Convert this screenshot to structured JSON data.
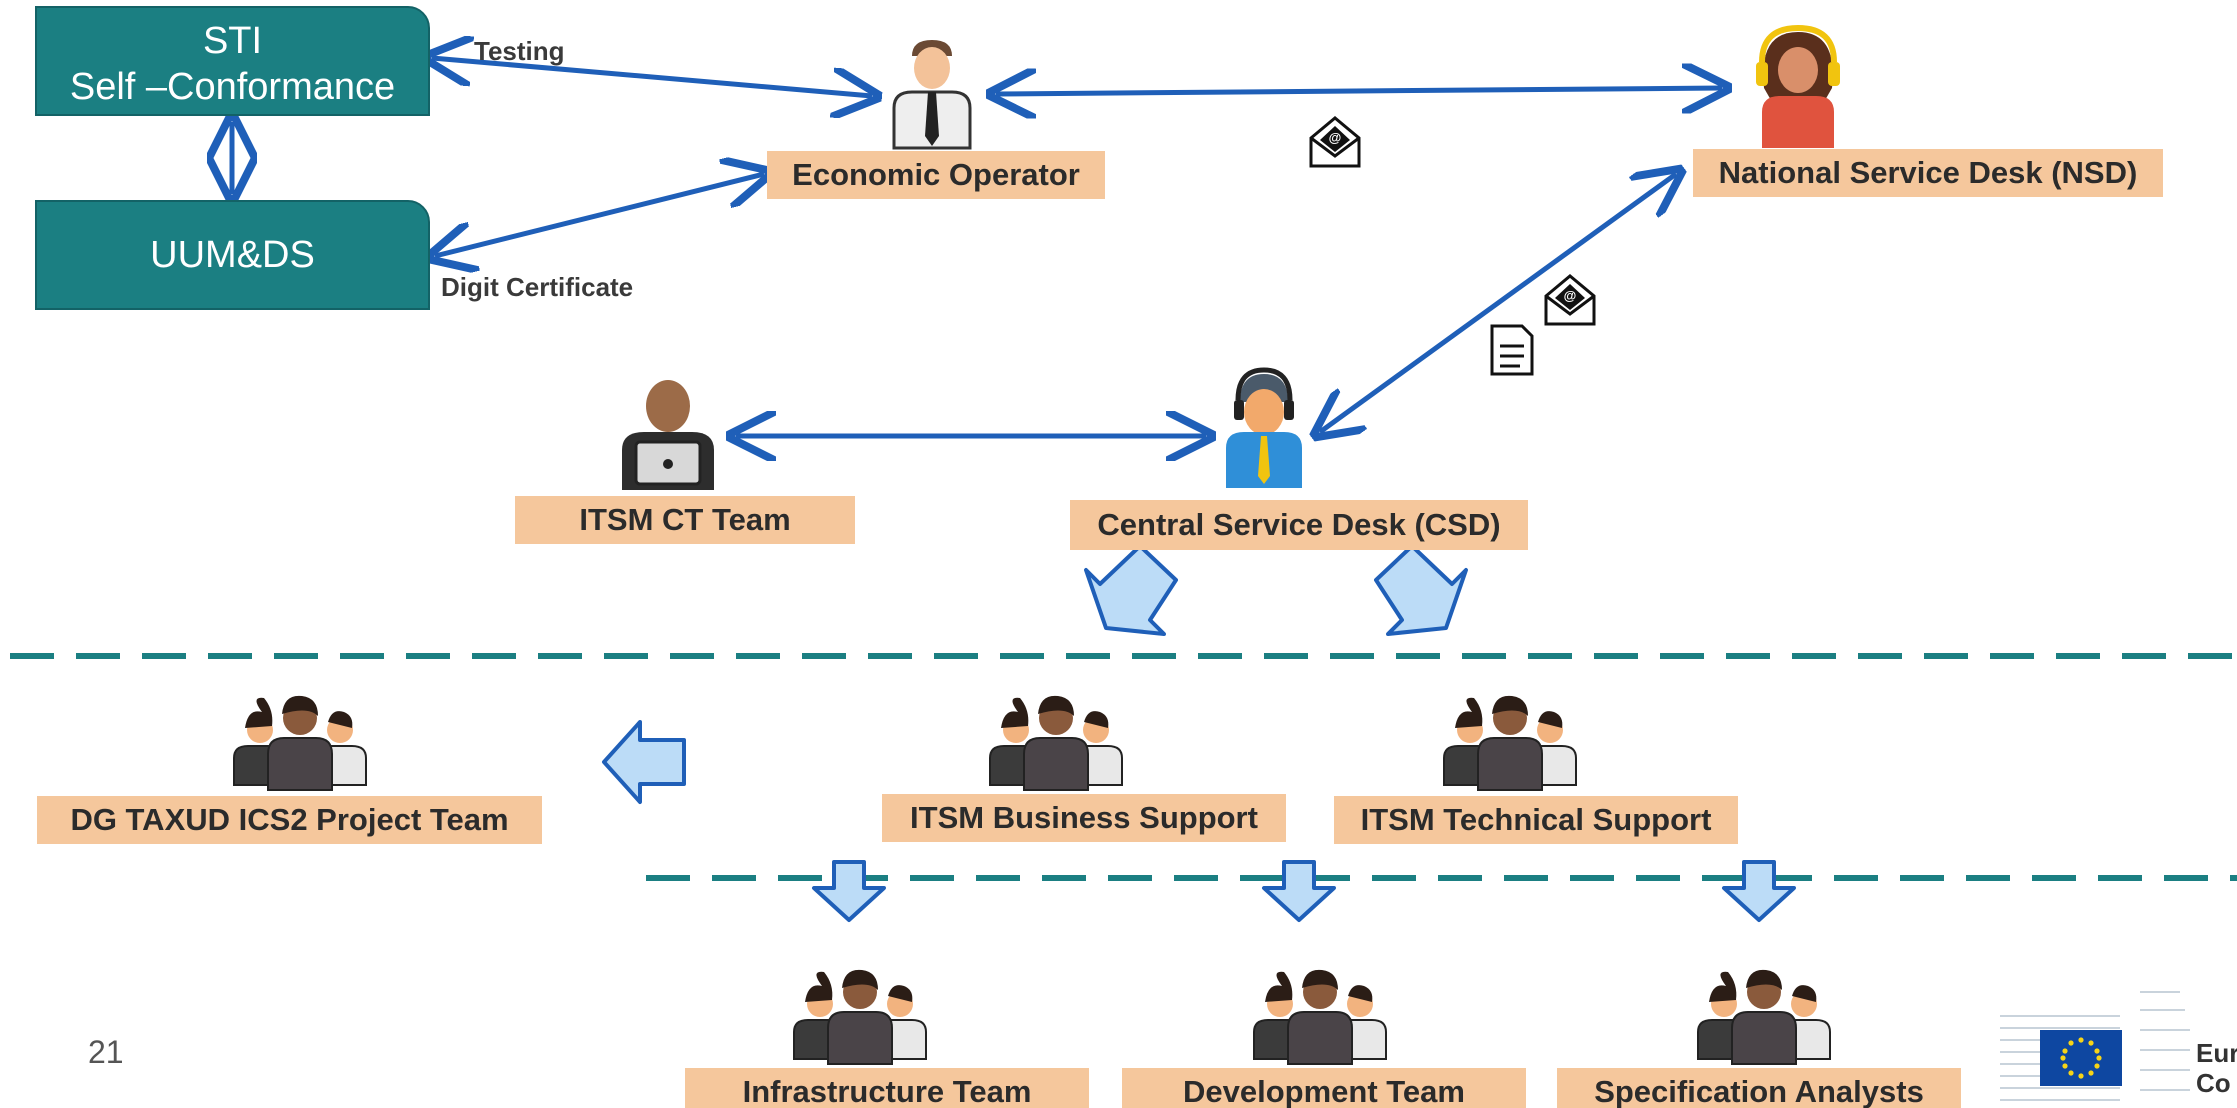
{
  "boxes": {
    "sti_line1": "STI",
    "sti_line2": "Self –Conformance",
    "uum": "UUM&DS"
  },
  "edge_labels": {
    "testing": "Testing",
    "digit_certificate": "Digit Certificate"
  },
  "roles": {
    "economic_operator": "Economic Operator",
    "nsd": "National Service Desk (NSD)",
    "itsm_ct": "ITSM CT Team",
    "csd": "Central Service Desk (CSD)",
    "dg_taxud": "DG TAXUD ICS2 Project Team",
    "itsm_business": "ITSM Business Support",
    "itsm_technical": "ITSM Technical Support",
    "infrastructure": "Infrastructure Team",
    "development": "Development Team",
    "specification": "Specification Analysts"
  },
  "footer": {
    "page_number": "21",
    "logo_text_1": "Eur",
    "logo_text_2": "Co"
  },
  "colors": {
    "teal": "#1b7f82",
    "label_bg": "#f5c79c",
    "arrow_blue": "#1f5fb8",
    "block_arrow_fill": "#bcdcf7",
    "dashed_line": "#1b7f82"
  },
  "icons": [
    "businessman-icon",
    "headset-woman-icon",
    "email-icon",
    "document-icon",
    "laptop-user-icon",
    "support-agent-icon",
    "team-icon",
    "eu-flag-icon"
  ]
}
